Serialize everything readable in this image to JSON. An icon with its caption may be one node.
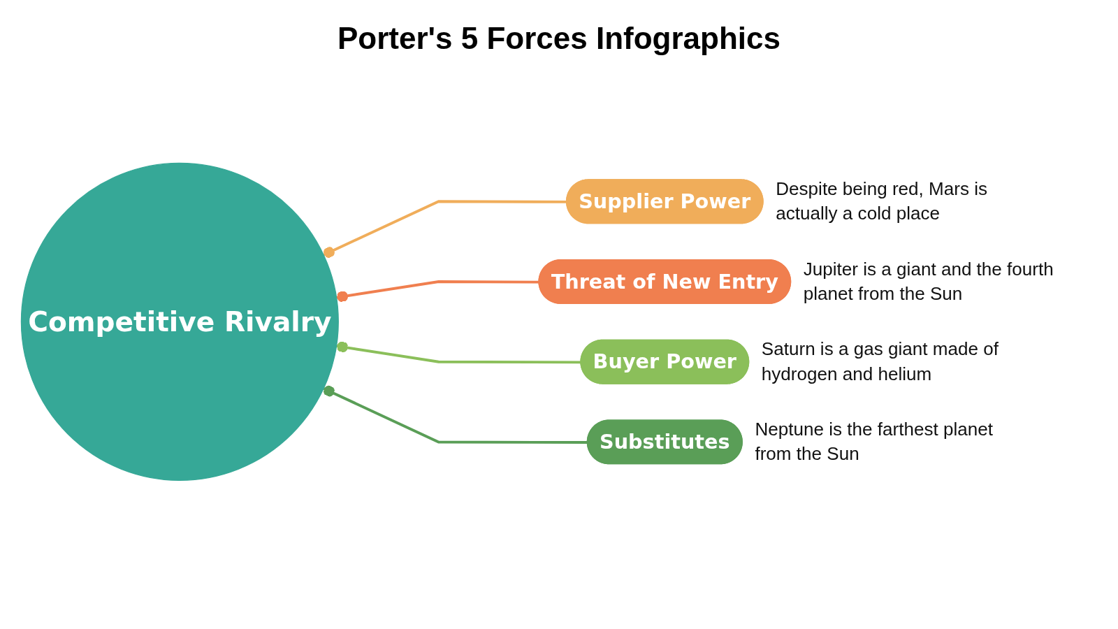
{
  "diagram": {
    "title": "Porter's 5 Forces Infographics",
    "nodes": [
      {
        "text": [
          "Competitive Rivalry"
        ]
      },
      {
        "text": [
          "Supplier Power"
        ],
        "beside": [
          "Despite being red, Mars is actually a cold place"
        ]
      },
      {
        "text": [
          "Threat of New Entry"
        ],
        "beside": [
          "Jupiter is a giant and the fourth planet from the Sun"
        ]
      },
      {
        "text": [
          "Buyer Power"
        ],
        "beside": [
          "Saturn is a gas giant made of hydrogen and helium"
        ]
      },
      {
        "text": [
          "Substitutes"
        ],
        "beside": [
          "Neptune is the farthest planet from the Sun"
        ]
      }
    ],
    "edges": [
      {
        "from": 1,
        "to": 0,
        "arrow": "other",
        "color": "#f0ad5a"
      },
      {
        "from": 2,
        "to": 0,
        "arrow": "other",
        "color": "#f07f4f"
      },
      {
        "from": 3,
        "to": 0,
        "arrow": "other",
        "color": "#8bbf5a"
      },
      {
        "from": 4,
        "to": 0,
        "arrow": "other",
        "color": "#5a9e57"
      }
    ]
  }
}
